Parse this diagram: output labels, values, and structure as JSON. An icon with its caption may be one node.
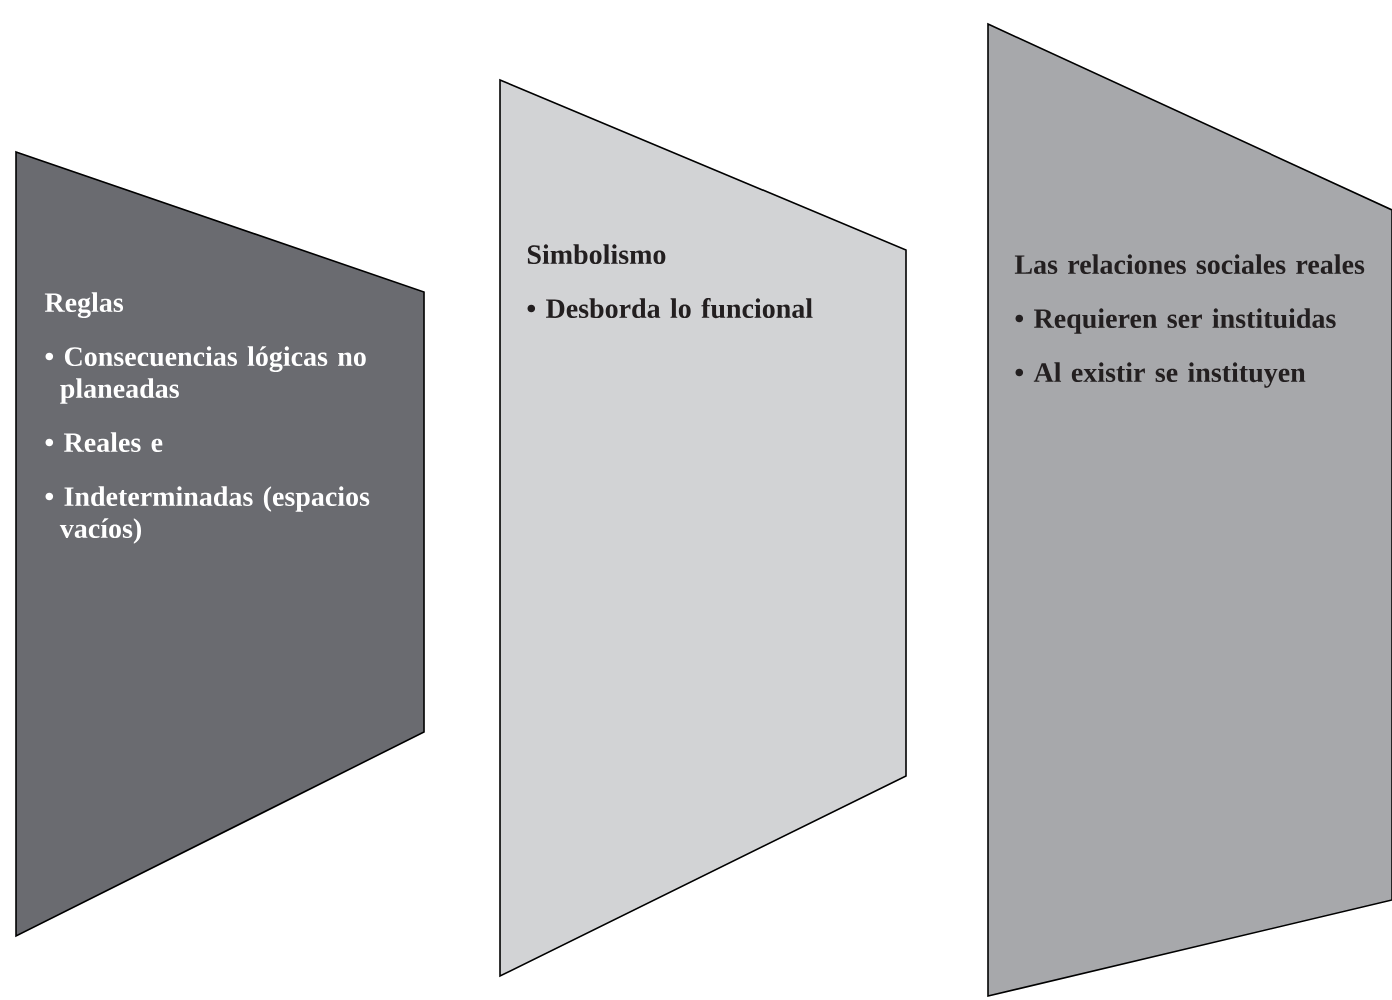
{
  "diagram": {
    "nodes": [
      {
        "text": [
          "Reglas",
          "• Consecuencias lógicas no planeadas",
          "• Reales e",
          "• Indeterminadas (espacios vacíos)"
        ]
      },
      {
        "text": [
          "Simbolismo",
          "• Desborda lo funcional"
        ]
      },
      {
        "text": [
          "Las relaciones sociales reales",
          "• Requieren ser instituidas",
          "• Al existir se instituyen"
        ]
      }
    ]
  }
}
